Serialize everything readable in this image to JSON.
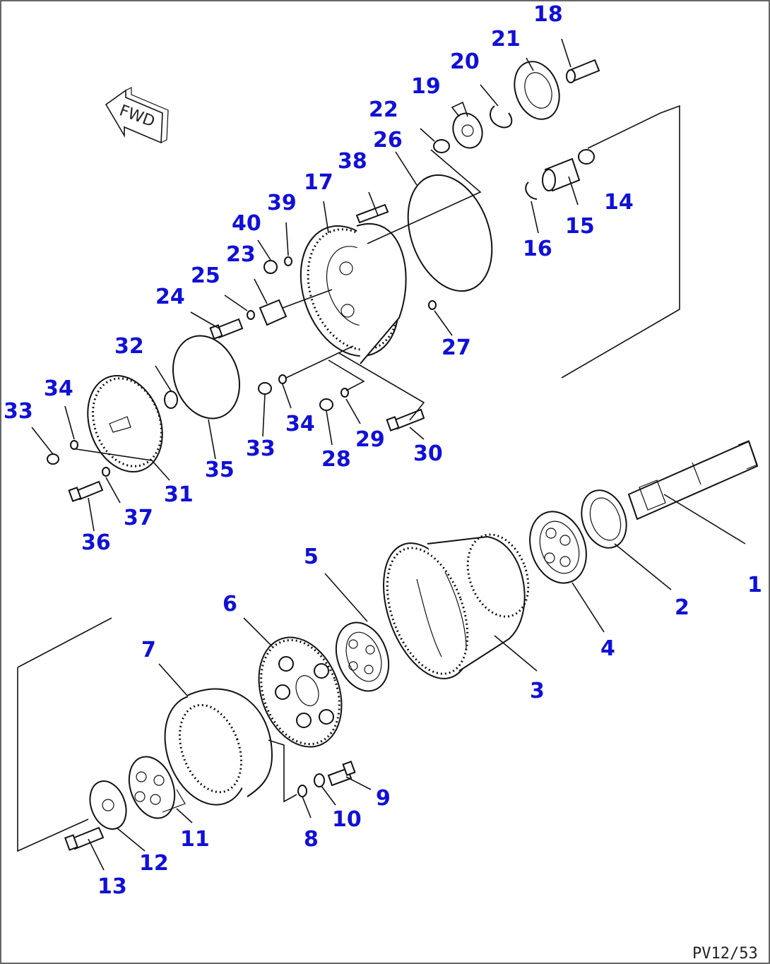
{
  "diagram": {
    "drawing_code": "PV12/53",
    "direction_label": "FWD",
    "callouts": [
      "1",
      "2",
      "3",
      "4",
      "5",
      "6",
      "7",
      "8",
      "9",
      "10",
      "11",
      "12",
      "13",
      "14",
      "15",
      "16",
      "17",
      "18",
      "19",
      "20",
      "21",
      "22",
      "23",
      "24",
      "25",
      "26",
      "27",
      "28",
      "29",
      "30",
      "31",
      "32",
      "33",
      "34",
      "35",
      "36",
      "37",
      "38",
      "39",
      "40",
      "33",
      "34"
    ],
    "colors": {
      "callout": "#1010d8",
      "linework": "#111111",
      "background": "#ffffff"
    }
  }
}
